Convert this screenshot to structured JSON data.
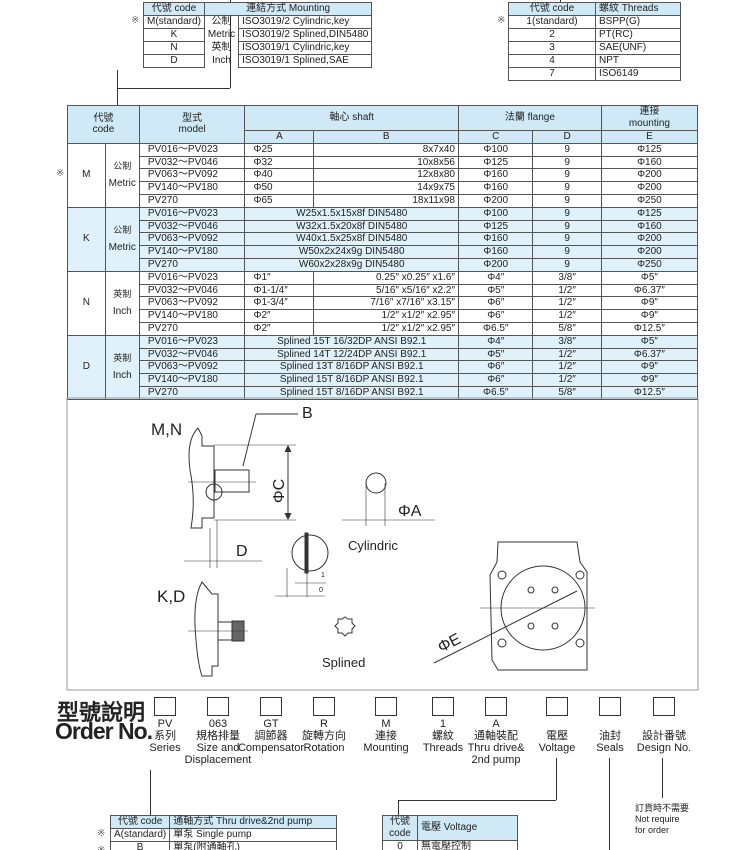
{
  "mark": "※",
  "mounting_table": {
    "headers": [
      "代號 code",
      "連結方式 Mounting"
    ],
    "rows": [
      {
        "code": "M(standard)",
        "unit": "公制",
        "desc": "ISO3019/2 Cylindric,key",
        "std": true
      },
      {
        "code": "K",
        "unit": "Metric",
        "desc": "ISO3019/2 Splined,DIN5480"
      },
      {
        "code": "N",
        "unit": "英制",
        "desc": "ISO3019/1 Cylindric,key"
      },
      {
        "code": "D",
        "unit": "Inch",
        "desc": "ISO3019/1 Splined,SAE"
      }
    ]
  },
  "threads_table": {
    "headers": [
      "代號 code",
      "螺紋 Threads"
    ],
    "rows": [
      {
        "code": "1(standard)",
        "desc": "BSPP(G)",
        "std": true
      },
      {
        "code": "2",
        "desc": "PT(RC)"
      },
      {
        "code": "3",
        "desc": "SAE(UNF)"
      },
      {
        "code": "4",
        "desc": "NPT"
      },
      {
        "code": "7",
        "desc": "ISO6149"
      }
    ]
  },
  "shaft_table": {
    "headers": {
      "code": "代號\ncode",
      "model": "型式\nmodel",
      "shaft": "軸心 shaft",
      "flange": "法蘭 flange",
      "mounting": "連接\nmounting",
      "A": "A",
      "B": "B",
      "C": "C",
      "D": "D",
      "E": "E"
    },
    "groups": [
      {
        "code": "M",
        "unit_cn": "公制",
        "unit_en": "Metric",
        "std": true,
        "rows": [
          [
            "PV016～PV023",
            "Φ25",
            "8x7x40",
            "Φ100",
            "9",
            "Φ125"
          ],
          [
            "PV032～PV046",
            "Φ32",
            "10x8x56",
            "Φ125",
            "9",
            "Φ160"
          ],
          [
            "PV063～PV092",
            "Φ40",
            "12x8x80",
            "Φ160",
            "9",
            "Φ200"
          ],
          [
            "PV140～PV180",
            "Φ50",
            "14x9x75",
            "Φ160",
            "9",
            "Φ200"
          ],
          [
            "PV270",
            "Φ65",
            "18x11x98",
            "Φ200",
            "9",
            "Φ250"
          ]
        ]
      },
      {
        "code": "K",
        "unit_cn": "公制",
        "unit_en": "Metric",
        "rows": [
          [
            "PV016～PV023",
            "W25x1.5x15x8f DIN5480",
            "Φ100",
            "9",
            "Φ125"
          ],
          [
            "PV032～PV046",
            "W32x1.5x20x8f DIN5480",
            "Φ125",
            "9",
            "Φ160"
          ],
          [
            "PV063～PV092",
            "W40x1.5x25x8f DIN5480",
            "Φ160",
            "9",
            "Φ200"
          ],
          [
            "PV140～PV180",
            "W50x2x24x9g DIN5480",
            "Φ160",
            "9",
            "Φ200"
          ],
          [
            "PV270",
            "W60x2x28x9g DIN5480",
            "Φ200",
            "9",
            "Φ250"
          ]
        ]
      },
      {
        "code": "N",
        "unit_cn": "英制",
        "unit_en": "Inch",
        "rows": [
          [
            "PV016～PV023",
            "Φ1″",
            "0.25″ x0.25″ x1.6″",
            "Φ4″",
            "3/8″",
            "Φ5″"
          ],
          [
            "PV032～PV046",
            "Φ1-1/4″",
            "5/16″ x5/16″ x2.2″",
            "Φ5″",
            "1/2″",
            "Φ6.37″"
          ],
          [
            "PV063～PV092",
            "Φ1-3/4″",
            "7/16″ x7/16″ x3.15″",
            "Φ6″",
            "1/2″",
            "Φ9″"
          ],
          [
            "PV140～PV180",
            "Φ2″",
            "1/2″ x1/2″ x2.95″",
            "Φ6″",
            "1/2″",
            "Φ9″"
          ],
          [
            "PV270",
            "Φ2″",
            "1/2″ x1/2″ x2.95″",
            "Φ6.5″",
            "5/8″",
            "Φ12.5″"
          ]
        ]
      },
      {
        "code": "D",
        "unit_cn": "英制",
        "unit_en": "Inch",
        "rows": [
          [
            "PV016～PV023",
            "Splined 15T 16/32DP ANSI B92.1",
            "Φ4″",
            "3/8″",
            "Φ5″"
          ],
          [
            "PV032～PV046",
            "Splined 14T 12/24DP ANSI B92.1",
            "Φ5″",
            "1/2″",
            "Φ6.37″"
          ],
          [
            "PV063～PV092",
            "Splined 13T 8/16DP ANSI B92.1",
            "Φ6″",
            "1/2″",
            "Φ9″"
          ],
          [
            "PV140～PV180",
            "Splined 15T 8/16DP ANSI B92.1",
            "Φ6″",
            "1/2″",
            "Φ9″"
          ],
          [
            "PV270",
            "Splined 15T 8/16DP ANSI B92.1",
            "Φ6.5″",
            "5/8″",
            "Φ12.5″"
          ]
        ]
      }
    ]
  },
  "drawing": {
    "mn": "M,N",
    "b": "B",
    "phi_c": "ΦC",
    "phi_a": "ΦA",
    "d": "D",
    "cylindric": "Cylindric",
    "kd": "K,D",
    "splined": "Splined",
    "phi_e": "ΦE",
    "one": "1",
    "zero": "0"
  },
  "order": {
    "title_cn": "型號說明",
    "title_en": "Order No.",
    "items": [
      {
        "value": "PV",
        "cn": "系列",
        "en": "Series"
      },
      {
        "value": "063",
        "cn": "規格排量",
        "en": "Size and\nDisplacement"
      },
      {
        "value": "GT",
        "cn": "調節器",
        "en": "Compensator"
      },
      {
        "value": "R",
        "cn": "旋轉方向",
        "en": "Rotation"
      },
      {
        "value": "M",
        "cn": "連接",
        "en": "Mounting"
      },
      {
        "value": "1",
        "cn": "螺紋",
        "en": "Threads"
      },
      {
        "value": "A",
        "cn": "通軸裝配",
        "en": "Thru drive&\n2nd pump"
      },
      {
        "value": "",
        "cn": "電壓",
        "en": "Voltage"
      },
      {
        "value": "",
        "cn": "油封",
        "en": "Seals"
      },
      {
        "value": "",
        "cn": "設計番號",
        "en": "Design No."
      }
    ],
    "note_cn": "訂貨時不需要",
    "note_en": "Not require\nfor order"
  },
  "thru_table": {
    "headers": [
      "代號 code",
      "通軸方式 Thru drive&2nd pump"
    ],
    "rows": [
      {
        "code": "A(standard)",
        "desc": "單泵 Single pump",
        "std": true
      },
      {
        "code": "B",
        "desc": "單泵(附通軸孔)",
        "std": true
      }
    ]
  },
  "voltage_table": {
    "headers": [
      "代號\ncode",
      "電壓 Voltage"
    ],
    "rows": [
      {
        "code": "0",
        "desc": "無電壓控制"
      }
    ]
  }
}
